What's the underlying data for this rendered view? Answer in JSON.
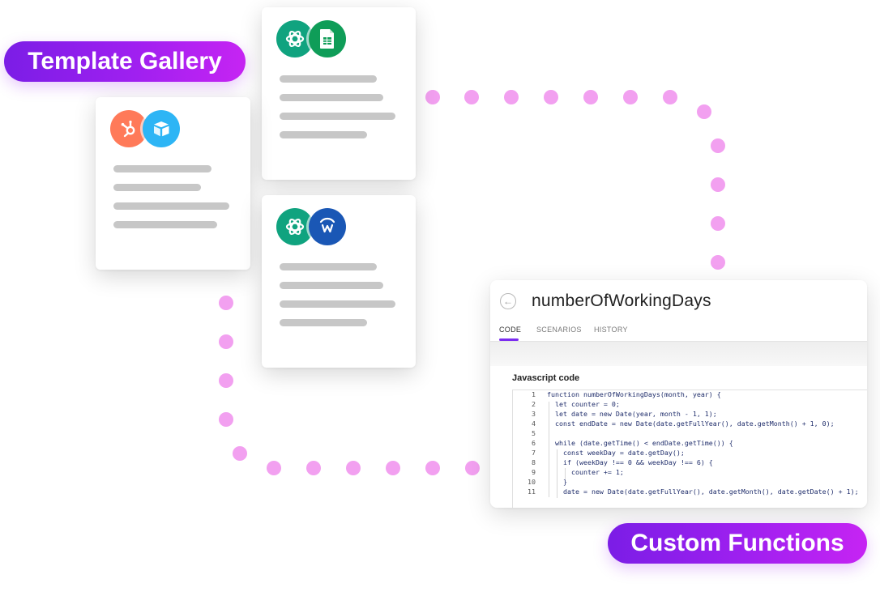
{
  "labels": {
    "template_gallery": "Template Gallery",
    "custom_functions": "Custom Functions"
  },
  "cards": [
    {
      "name": "card-top",
      "icons": [
        "openai-icon",
        "google-sheets-icon"
      ]
    },
    {
      "name": "card-left",
      "icons": [
        "hubspot-icon",
        "airtable-icon"
      ]
    },
    {
      "name": "card-middle",
      "icons": [
        "openai-icon",
        "webflow-icon"
      ]
    }
  ],
  "panel": {
    "title": "numberOfWorkingDays",
    "back_icon": "arrow-left-icon",
    "tabs": [
      {
        "label": "CODE",
        "active": true
      },
      {
        "label": "SCENARIOS",
        "active": false
      },
      {
        "label": "HISTORY",
        "active": false
      }
    ],
    "section_label": "Javascript code",
    "code_lines": [
      {
        "n": "1",
        "text": "function numberOfWorkingDays(month, year) {"
      },
      {
        "n": "2",
        "text": "  let counter = 0;"
      },
      {
        "n": "3",
        "text": "  let date = new Date(year, month - 1, 1);"
      },
      {
        "n": "4",
        "text": "  const endDate = new Date(date.getFullYear(), date.getMonth() + 1, 0);"
      },
      {
        "n": "5",
        "text": ""
      },
      {
        "n": "6",
        "text": "  while (date.getTime() < endDate.getTime()) {"
      },
      {
        "n": "7",
        "text": "    const weekDay = date.getDay();"
      },
      {
        "n": "8",
        "text": "    if (weekDay !== 0 && weekDay !== 6) {"
      },
      {
        "n": "9",
        "text": "      counter += 1;"
      },
      {
        "n": "10",
        "text": "    }"
      },
      {
        "n": "11",
        "text": "    date = new Date(date.getFullYear(), date.getMonth(), date.getDate() + 1);"
      }
    ]
  },
  "colors": {
    "accent_purple": "#9b22f0",
    "dot_pink": "#f2a0f0",
    "openai_green": "#10a37f",
    "sheets_green": "#0f9d58",
    "hubspot_orange": "#ff7a59",
    "airtable_blue": "#2db5f5",
    "webflow_blue": "#1a57b5"
  }
}
